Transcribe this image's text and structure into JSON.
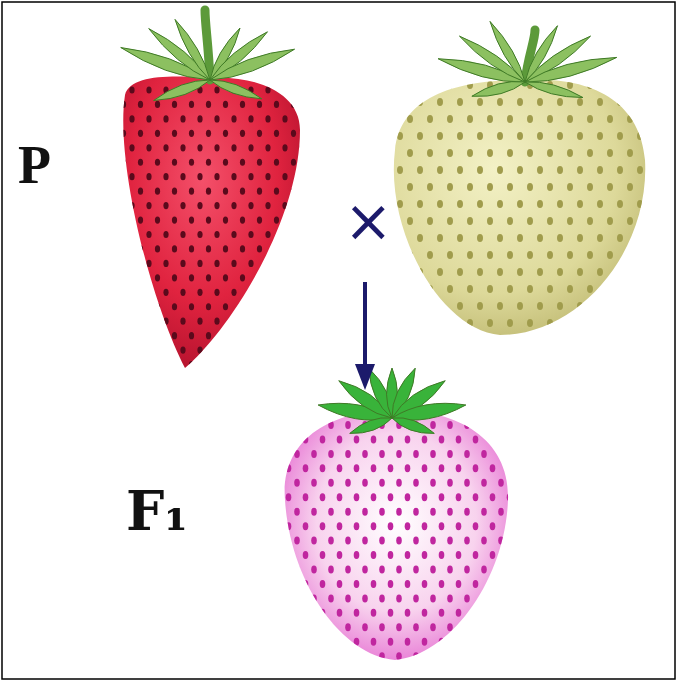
{
  "diagram": {
    "labels": [
      "P",
      "×",
      "F₁"
    ]
  }
}
